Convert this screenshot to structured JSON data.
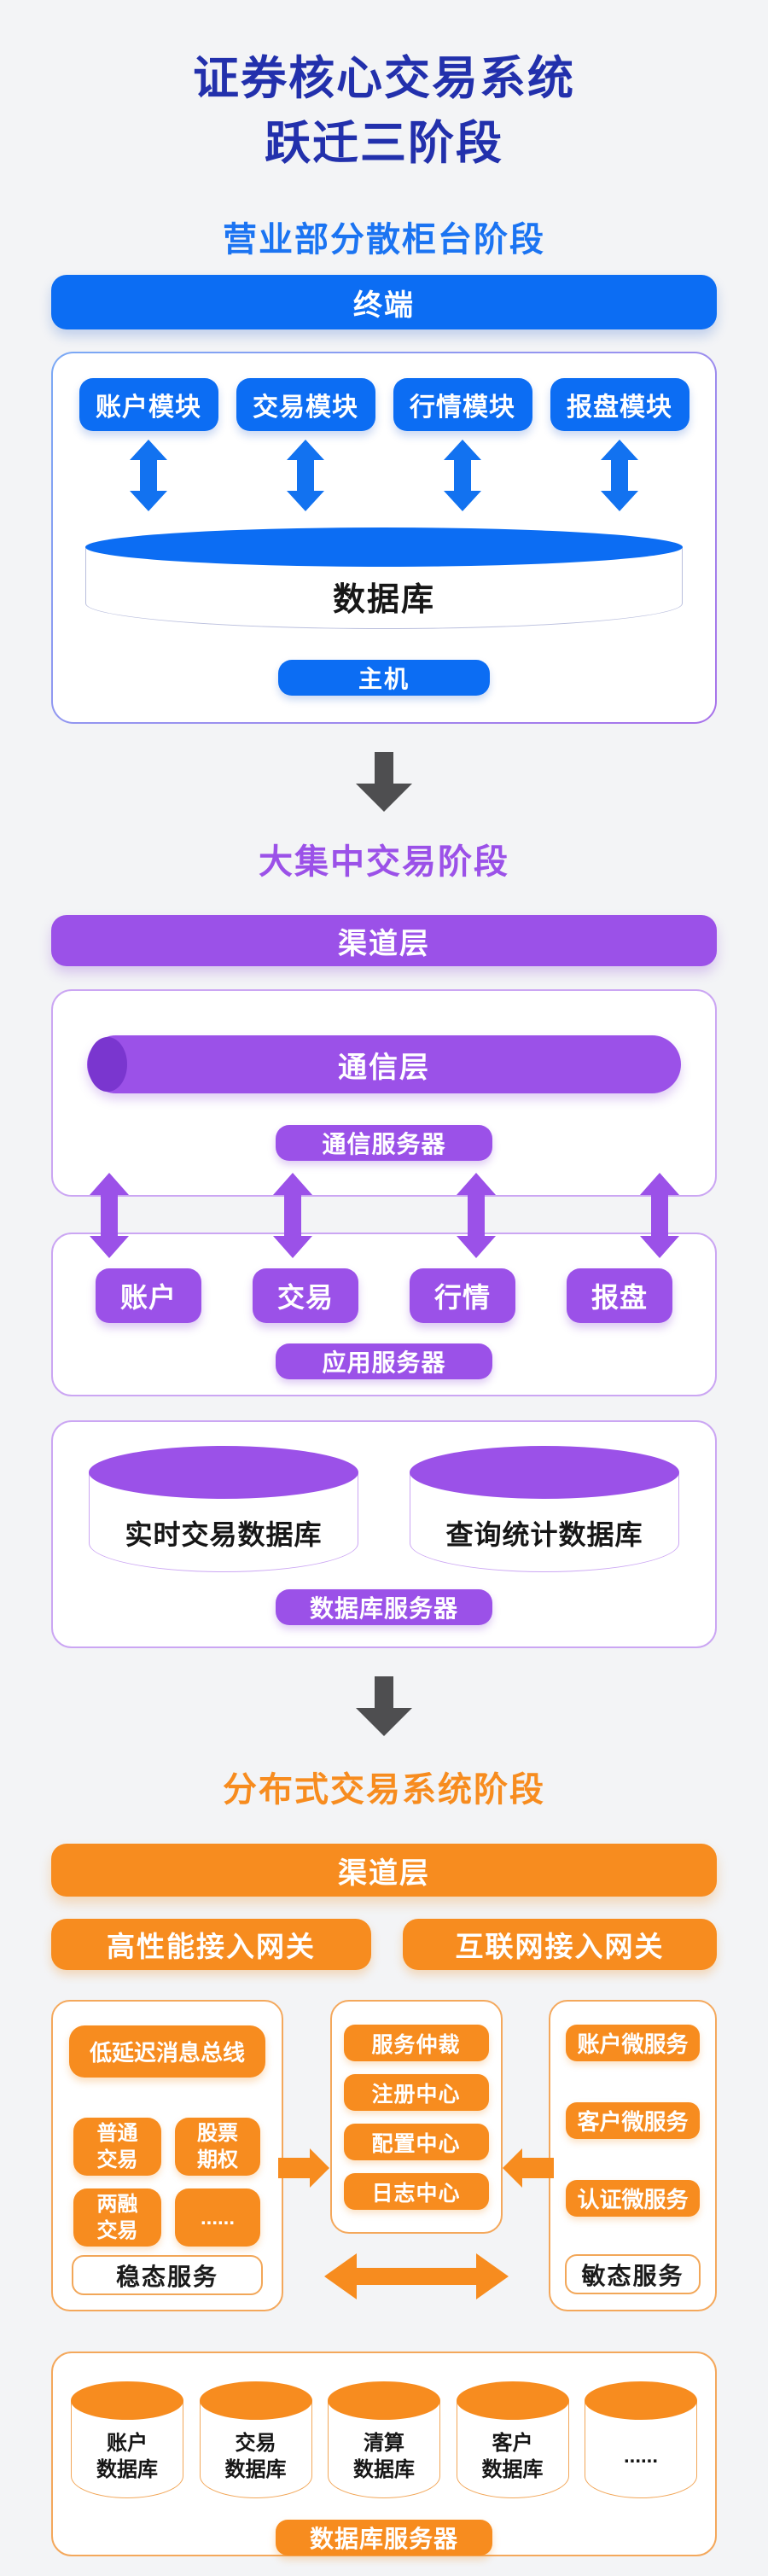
{
  "page": {
    "title_line1": "证券核心交易系统",
    "title_line2": "跃迁三阶段"
  },
  "colors": {
    "background": "#f3f4f6",
    "title_navy": "#2230ac",
    "blue": "#0c6df3",
    "purple": "#9b51e8",
    "purple_dark": "#7a36cf",
    "orange": "#f78c1f",
    "transition_gray": "#4e4e50"
  },
  "stage1": {
    "header": "营业部分散柜台阶段",
    "terminal_bar": "终端",
    "modules": [
      "账户模块",
      "交易模块",
      "行情模块",
      "报盘模块"
    ],
    "database_cylinder": "数据库",
    "host_pill": "主机"
  },
  "stage2": {
    "header": "大集中交易阶段",
    "channel_bar": "渠道层",
    "comm_tube": "通信层",
    "comm_server_pill": "通信服务器",
    "modules": [
      "账户",
      "交易",
      "行情",
      "报盘"
    ],
    "app_server_pill": "应用服务器",
    "databases": [
      "实时交易数据库",
      "查询统计数据库"
    ],
    "db_server_pill": "数据库服务器"
  },
  "stage3": {
    "header": "分布式交易系统阶段",
    "channel_bar": "渠道层",
    "gateways": [
      "高性能接入网关",
      "互联网接入网关"
    ],
    "left_box": {
      "bus_pill": "低延迟消息总线",
      "services": [
        "普通\n交易",
        "股票\n期权",
        "两融\n交易",
        "......"
      ],
      "footer_pill": "稳态服务"
    },
    "center_box": {
      "items": [
        "服务仲裁",
        "注册中心",
        "配置中心",
        "日志中心"
      ]
    },
    "right_box": {
      "items": [
        "账户微服务",
        "客户微服务",
        "认证微服务"
      ],
      "footer_pill": "敏态服务"
    },
    "databases": [
      "账户\n数据库",
      "交易\n数据库",
      "清算\n数据库",
      "客户\n数据库",
      "......"
    ],
    "db_server_pill": "数据库服务器"
  }
}
